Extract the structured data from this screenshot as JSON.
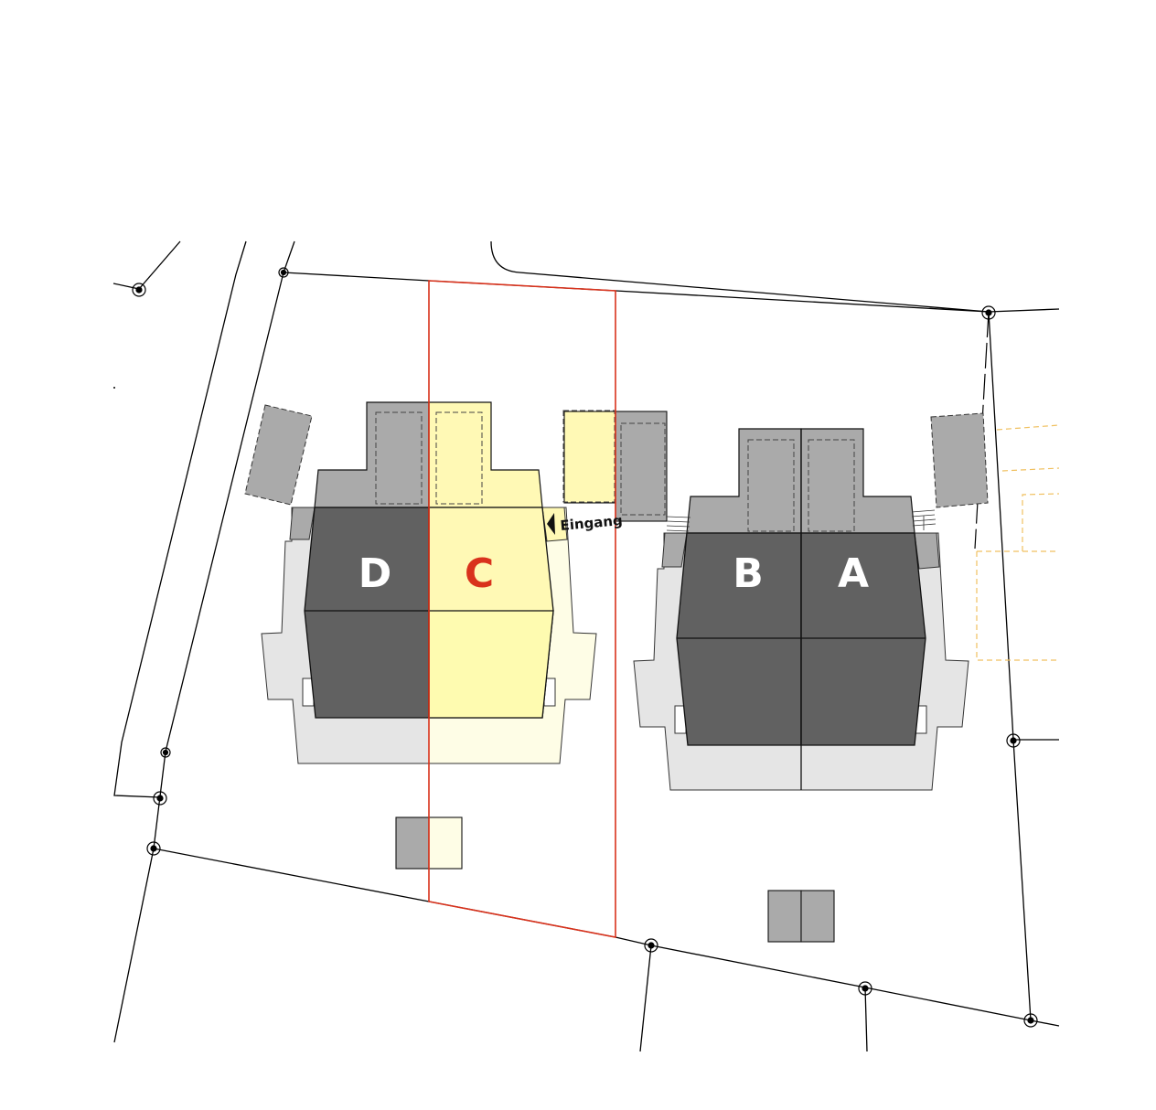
{
  "units": {
    "a": {
      "label": "A"
    },
    "b": {
      "label": "B"
    },
    "c": {
      "label": "C"
    },
    "d": {
      "label": "D"
    }
  },
  "entrance": {
    "label": "Eingang"
  },
  "colors": {
    "highlight_boundary": "#d9321c",
    "highlight_fill": "#fff9b5",
    "highlight_fill_light": "#fefde6",
    "building_dark": "#616161",
    "garage_grey": "#aaaaaa",
    "terrace_grey": "#e5e5e5",
    "neighbor_outline": "#f0c060",
    "label_highlight": "#d9321c",
    "label_default": "#ffffff"
  }
}
